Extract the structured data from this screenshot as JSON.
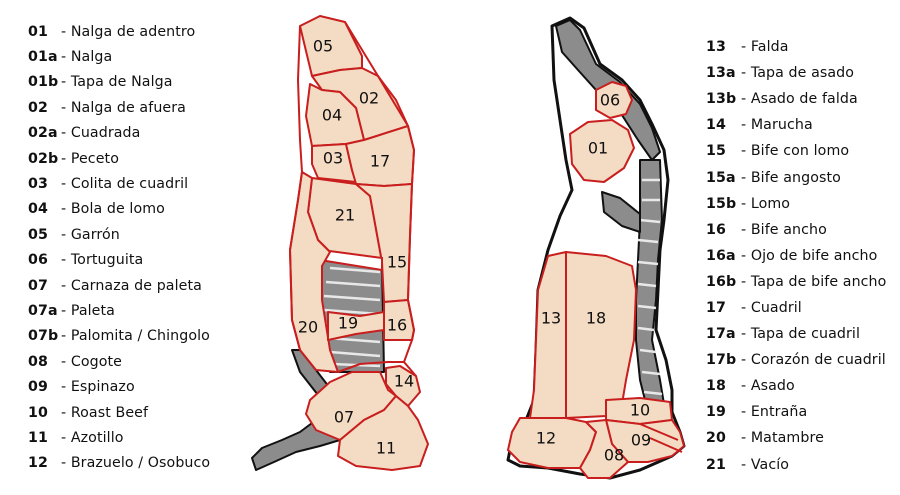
{
  "legend_left": [
    {
      "code": "01",
      "label": "- Nalga de adentro"
    },
    {
      "code": "01a",
      "label": "- Nalga"
    },
    {
      "code": "01b",
      "label": "- Tapa de Nalga"
    },
    {
      "code": "02",
      "label": "- Nalga de afuera"
    },
    {
      "code": "02a",
      "label": "- Cuadrada"
    },
    {
      "code": "02b",
      "label": "- Peceto"
    },
    {
      "code": "03",
      "label": "- Colita de cuadril"
    },
    {
      "code": "04",
      "label": "- Bola de lomo"
    },
    {
      "code": "05",
      "label": "- Garrón"
    },
    {
      "code": "06",
      "label": "- Tortuguita"
    },
    {
      "code": "07",
      "label": "- Carnaza de paleta"
    },
    {
      "code": "07a",
      "label": "- Paleta"
    },
    {
      "code": "07b",
      "label": "- Palomita / Chingolo"
    },
    {
      "code": "08",
      "label": "- Cogote"
    },
    {
      "code": "09",
      "label": "- Espinazo"
    },
    {
      "code": "10",
      "label": "- Roast Beef"
    },
    {
      "code": "11",
      "label": "- Azotillo"
    },
    {
      "code": "12",
      "label": "- Brazuelo / Osobuco"
    }
  ],
  "legend_right": [
    {
      "code": "13",
      "label": "- Falda"
    },
    {
      "code": "13a",
      "label": "- Tapa de asado"
    },
    {
      "code": "13b",
      "label": "- Asado de falda"
    },
    {
      "code": "14",
      "label": "- Marucha"
    },
    {
      "code": "15",
      "label": "- Bife con lomo"
    },
    {
      "code": "15a",
      "label": "- Bife angosto"
    },
    {
      "code": "15b",
      "label": "- Lomo"
    },
    {
      "code": "16",
      "label": "- Bife ancho"
    },
    {
      "code": "16a",
      "label": "- Ojo de bife ancho"
    },
    {
      "code": "16b",
      "label": "- Tapa de bife ancho"
    },
    {
      "code": "17",
      "label": "- Cuadril"
    },
    {
      "code": "17a",
      "label": "- Tapa de cuadril"
    },
    {
      "code": "17b",
      "label": "- Corazón de cuadril"
    },
    {
      "code": "18",
      "label": "- Asado"
    },
    {
      "code": "19",
      "label": "- Entraña"
    },
    {
      "code": "20",
      "label": "- Matambre"
    },
    {
      "code": "21",
      "label": "- Vacío"
    }
  ],
  "diagram_left": {
    "numbers": [
      "05",
      "02",
      "04",
      "03",
      "17",
      "21",
      "15",
      "20",
      "19",
      "16",
      "14",
      "07",
      "11"
    ]
  },
  "diagram_right": {
    "numbers": [
      "06",
      "01",
      "13",
      "18",
      "10",
      "12",
      "09",
      "08"
    ]
  },
  "colors": {
    "cut_fill": "#f4dcc4",
    "cut_border": "#c81e1e",
    "bone": "#8c8c8c",
    "outline": "#111111"
  }
}
